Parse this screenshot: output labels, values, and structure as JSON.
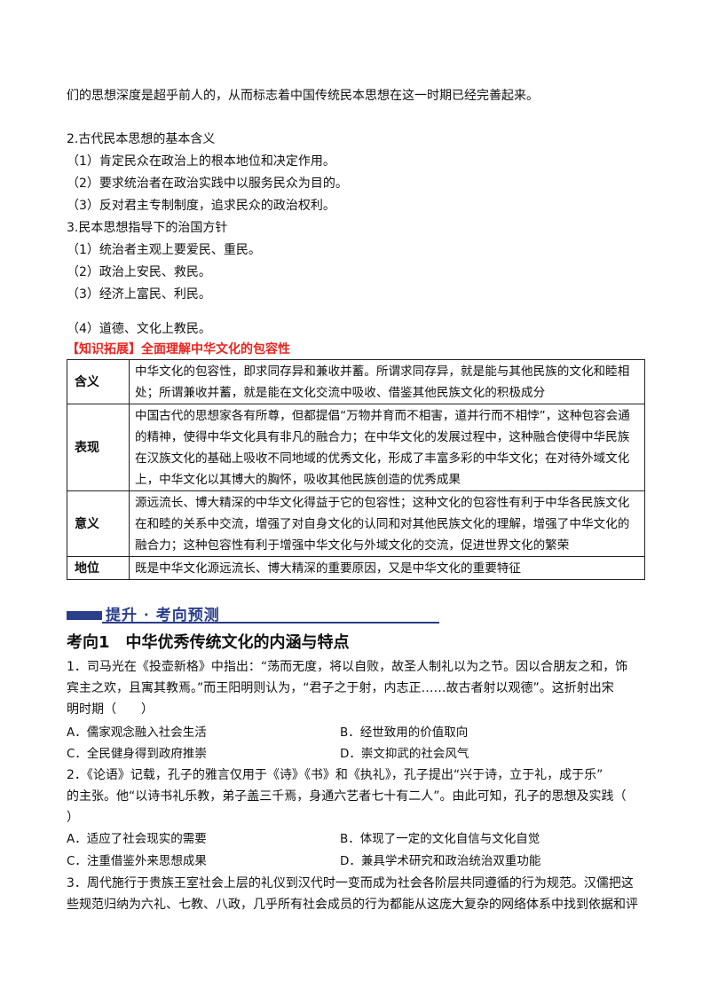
{
  "intro": {
    "carry_line": "们的思想深度是超乎前人的，从而标志着中国传统民本思想在这一时期已经完善起来。"
  },
  "meaning": {
    "heading": "2.古代民本思想的基本含义",
    "items": [
      "（1）肯定民众在政治上的根本地位和决定作用。",
      "（2）要求统治者在政治实践中以服务民众为目的。",
      "（3）反对君主专制制度，追求民众的政治权利。"
    ]
  },
  "policy": {
    "heading": "3.民本思想指导下的治国方针",
    "items": [
      "（1）统治者主观上要爱民、重民。",
      "（2）政治上安民、救民。",
      "（3）经济上富民、利民。",
      "（4）道德、文化上教民。"
    ]
  },
  "knowledge": {
    "heading": "【知识拓展】全面理解中华文化的包容性",
    "rows": [
      {
        "label": "含义",
        "text": "中华文化的包容性，即求同存异和兼收并蓄。所谓求同存异，就是能与其他民族的文化和睦相处；所谓兼收并蓄，就是能在文化交流中吸收、借鉴其他民族文化的积极成分"
      },
      {
        "label": "表现",
        "text": "中国古代的思想家各有所尊，但都提倡“万物并育而不相害，道并行而不相悖”，这种包容会通的精神，使得中华文化具有非凡的融合力；在中华文化的发展过程中，这种融合使得中华民族在汉族文化的基础上吸收不同地域的优秀文化，形成了丰富多彩的中华文化；在对待外域文化上，中华文化以其博大的胸怀，吸收其他民族创造的优秀成果"
      },
      {
        "label": "意义",
        "text": "源远流长、博大精深的中华文化得益于它的包容性；这种文化的包容性有利于中华各民族文化在和睦的关系中交流，增强了对自身文化的认同和对其他民族文化的理解，增强了中华文化的融合力；这种包容性有利于增强中华文化与外域文化的交流，促进世界文化的繁荣"
      },
      {
        "label": "地位",
        "text": "既是中华文化源远流长、博大精深的重要原因，又是中华文化的重要特征"
      }
    ]
  },
  "banner": {
    "title": "提升 · 考向预测"
  },
  "section": {
    "title": "考向1　中华优秀传统文化的内涵与特点"
  },
  "questions": [
    {
      "lines": [
        "1．司马光在《投壶新格》中指出：“荡而无度，将以自败，故圣人制礼以为之节。因以合朋友之和，饰",
        "宾主之欢，且寓其教焉。”而王阳明则认为，“君子之于射，内志正……故古者射以观德”。这折射出宋",
        "明时期（　　）"
      ],
      "options": [
        "A．儒家观念融入社会生活",
        "B．经世致用的价值取向",
        "C．全民健身得到政府推崇",
        "D．崇文抑武的社会风气"
      ]
    },
    {
      "lines": [
        "2．《论语》记载，孔子的雅言仅用于《诗》《书》和《执礼》，孔子提出“兴于诗，立于礼，成于乐”",
        "的主张。他“以诗书礼乐教，弟子盖三千焉，身通六艺者七十有二人”。由此可知，孔子的思想及实践（",
        "）"
      ],
      "options": [
        "A．适应了社会现实的需要",
        "B．体现了一定的文化自信与文化自觉",
        "C．注重借鉴外来思想成果",
        "D．兼具学术研究和政治统治双重功能"
      ]
    },
    {
      "lines": [
        "3．周代施行于贵族王室社会上层的礼仪到汉代时一变而成为社会各阶层共同遵循的行为规范。汉儒把这",
        "些规范归纳为六礼、七教、八政，几乎所有社会成员的行为都能从这庞大复杂的网络体系中找到依据和评"
      ]
    }
  ]
}
